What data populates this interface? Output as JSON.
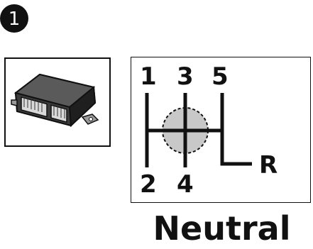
{
  "step": {
    "number": "1"
  },
  "module_image": {
    "icon": "control-module-icon"
  },
  "shift_pattern": {
    "icon": "gear-shift-pattern-icon",
    "gears": {
      "g1": "1",
      "g2": "2",
      "g3": "3",
      "g4": "4",
      "g5": "5",
      "reverse": "R"
    },
    "neutral_highlight_color": "#c8c8c8"
  },
  "title": "Neutral"
}
